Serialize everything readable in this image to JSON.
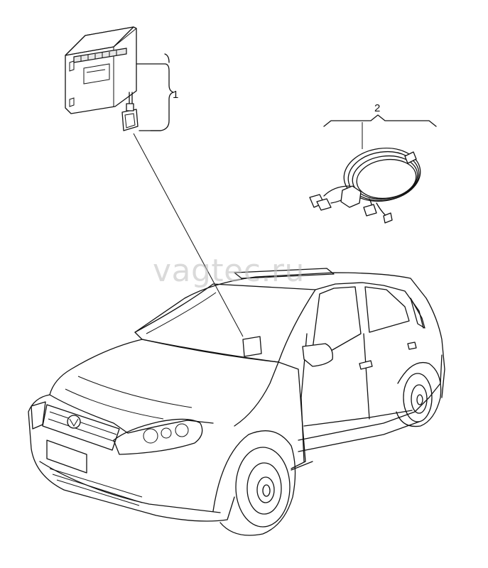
{
  "callouts": {
    "part1": "1",
    "part2": "2"
  },
  "watermark": "vagtec.ru",
  "colors": {
    "line": "#111111",
    "background": "#ffffff",
    "watermark": "#bdbdbd"
  }
}
